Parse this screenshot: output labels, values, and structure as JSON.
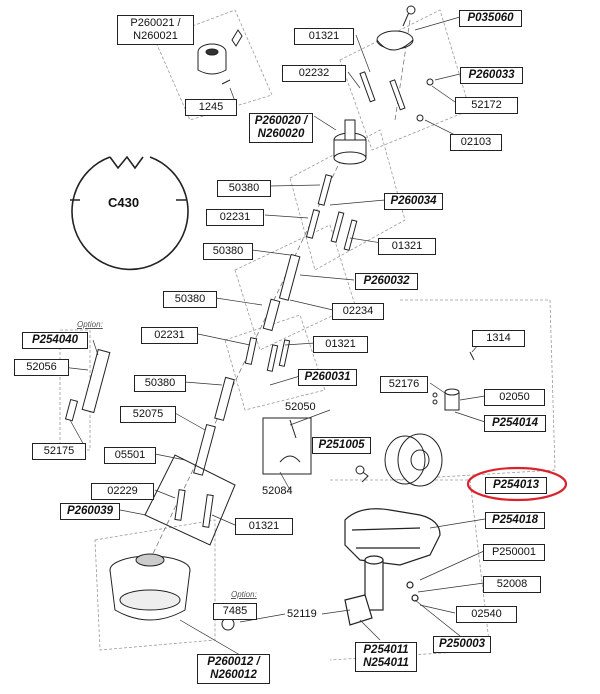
{
  "labels": {
    "p260021": "P260021 /\nN260021",
    "n1245": "1245",
    "n01321_top": "01321",
    "p035060": "P035060",
    "n02232": "02232",
    "p260033": "P260033",
    "n52172": "52172",
    "p260020": "P260020 /\nN260020",
    "n02103": "02103",
    "c430": "C430",
    "n50380_a": "50380",
    "p260034": "P260034",
    "n02231_a": "02231",
    "n01321_b": "01321",
    "n50380_b": "50380",
    "p260032": "P260032",
    "n50380_c": "50380",
    "n02234": "02234",
    "option_a": "Option:",
    "p254040": "P254040",
    "n02231_b": "02231",
    "n01321_c": "01321",
    "n1314": "1314",
    "n52056": "52056",
    "n50380_d": "50380",
    "p260031": "P260031",
    "n52176": "52176",
    "n02050": "02050",
    "n52075": "52075",
    "n52050": "52050",
    "p254014": "P254014",
    "p251005": "P251005",
    "n52175": "52175",
    "n05501": "05501",
    "p254013": "P254013",
    "n52084": "52084",
    "n02229": "02229",
    "p254018": "P254018",
    "p260039": "P260039",
    "n01321_d": "01321",
    "p250001": "P250001",
    "n52008": "52008",
    "option_b": "Option:",
    "n7485": "7485",
    "n52119": "52119",
    "n02540": "02540",
    "p254011": "P254011\nN254011",
    "p250003": "P250003",
    "p260012": "P260012 /\nN260012"
  },
  "highlight_color": "#d9232b"
}
